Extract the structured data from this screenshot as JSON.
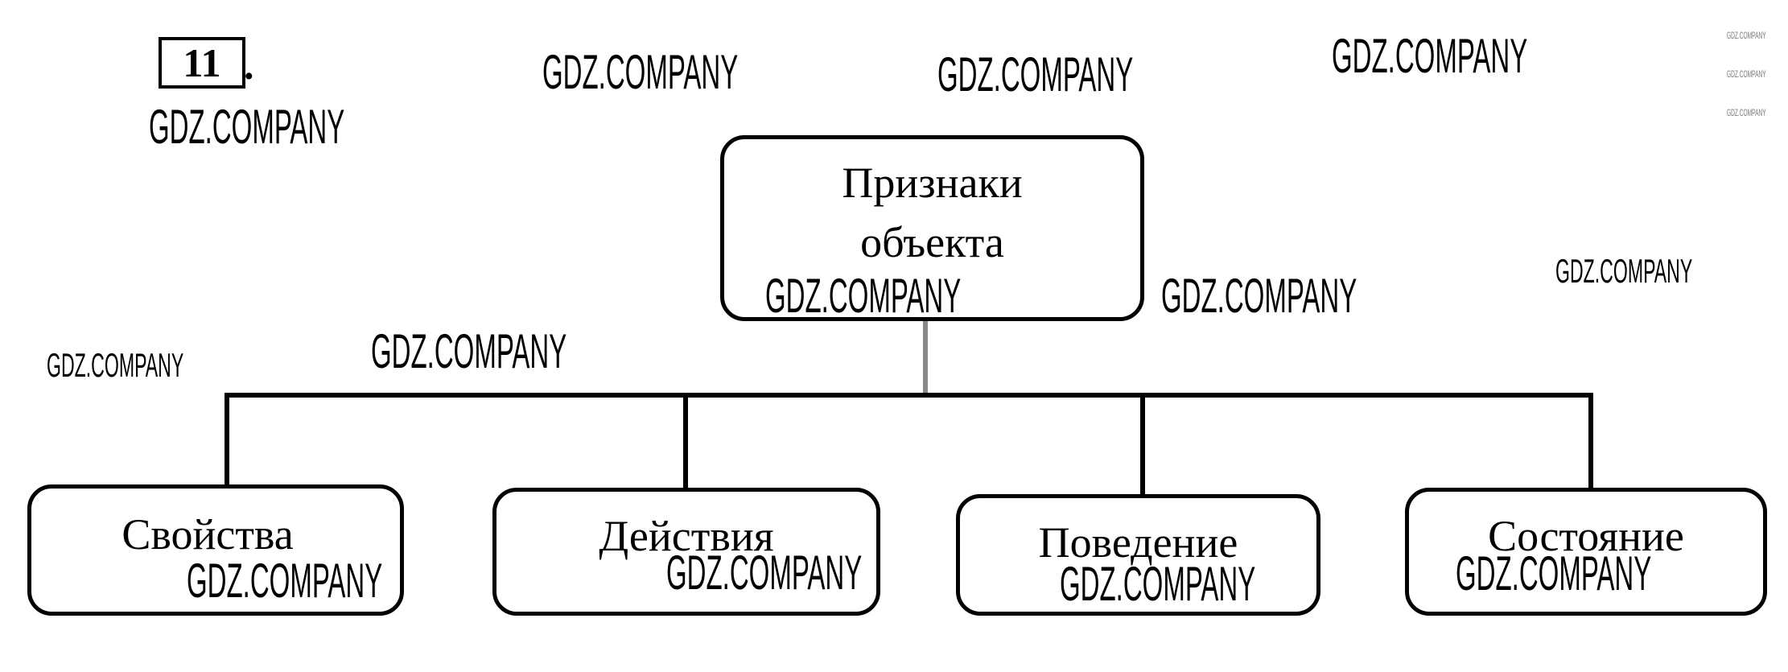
{
  "task_number": "11",
  "root": {
    "label_line1": "Признаки",
    "label_line2": "объекта"
  },
  "children": [
    "Свойства",
    "Действия",
    "Поведение",
    "Состояние"
  ],
  "watermark": "GDZ.COMPANY"
}
